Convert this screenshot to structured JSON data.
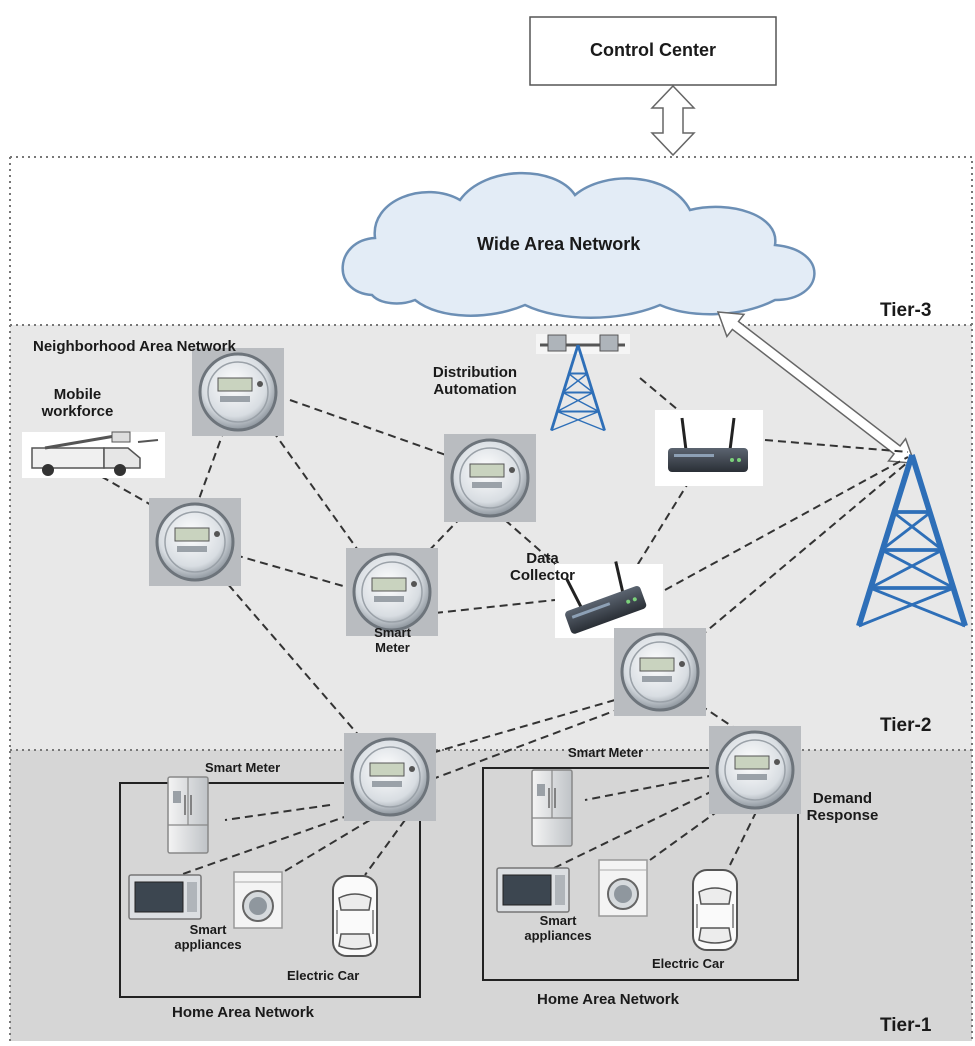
{
  "control_center": {
    "label": "Control Center"
  },
  "wan": {
    "label": "Wide Area Network"
  },
  "tiers": {
    "tier3": "Tier-3",
    "tier2": "Tier-2",
    "tier1": "Tier-1"
  },
  "nan": {
    "title": "Neighborhood Area Network",
    "mobile_workforce": [
      "Mobile",
      "workforce"
    ],
    "distribution_automation": [
      "Distribution",
      "Automation"
    ],
    "data_collector": [
      "Data",
      "Collector"
    ],
    "smart_meter": [
      "Smart",
      "Meter"
    ]
  },
  "han_left": {
    "smart_meter": "Smart Meter",
    "smart_appliances": [
      "Smart",
      "appliances"
    ],
    "electric_car": "Electric Car",
    "title": "Home Area Network"
  },
  "han_right": {
    "smart_meter": "Smart Meter",
    "smart_appliances": [
      "Smart",
      "appliances"
    ],
    "electric_car": "Electric Car",
    "title": "Home Area Network"
  },
  "demand_response": [
    "Demand",
    "Response"
  ],
  "colors": {
    "tier2_bg": "#e8e8e8",
    "tier1_bg": "#d6d6d6",
    "tower": "#2e6fb8",
    "cloud_fill": "#e3ecf6",
    "cloud_stroke": "#6c8fb5"
  }
}
